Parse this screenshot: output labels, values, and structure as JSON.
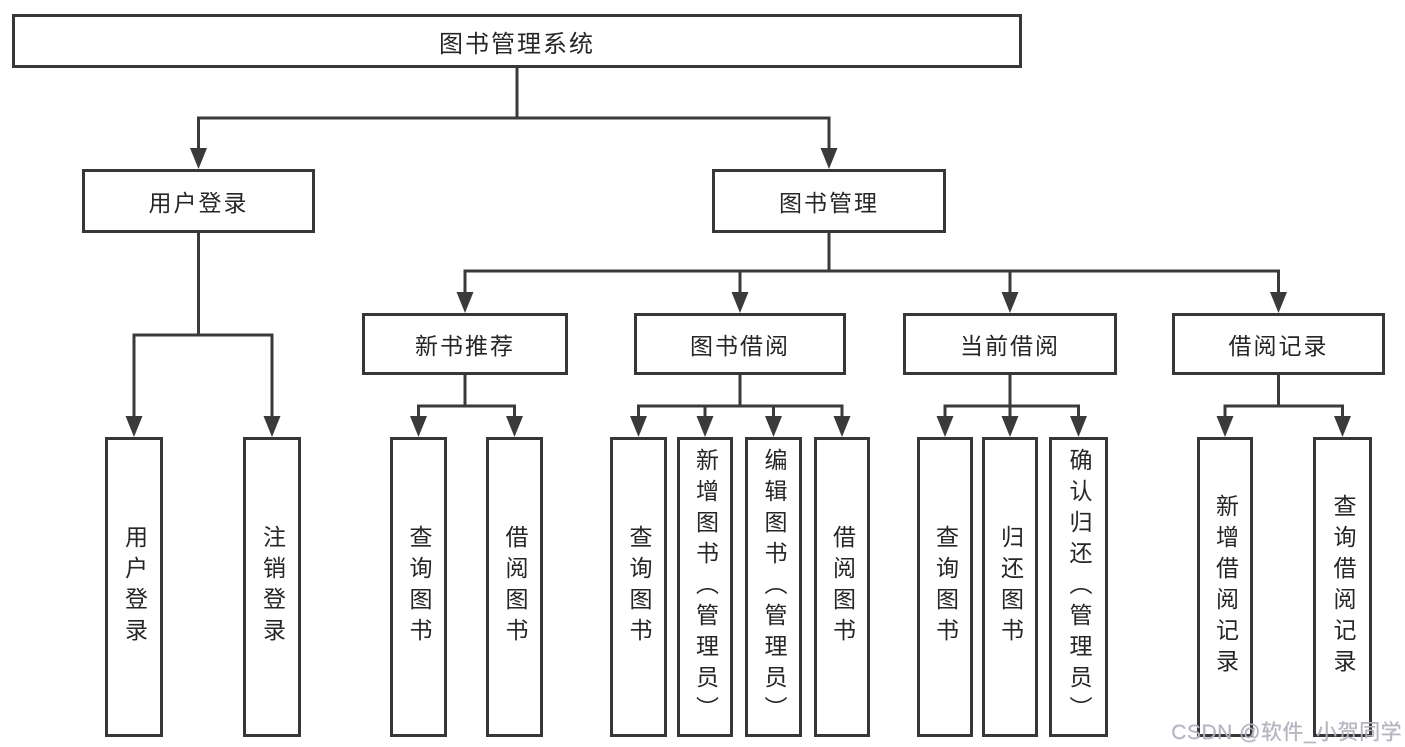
{
  "diagram": {
    "title": "图书管理系统",
    "root": {
      "id": "root",
      "label": "图书管理系统",
      "children": [
        {
          "id": "login",
          "label": "用户登录",
          "children": [
            {
              "id": "login-leaf-1",
              "label": "用户登录"
            },
            {
              "id": "login-leaf-2",
              "label": "注销登录"
            }
          ]
        },
        {
          "id": "mgmt",
          "label": "图书管理",
          "children": [
            {
              "id": "rec",
              "label": "新书推荐",
              "children": [
                {
                  "id": "rec-leaf-1",
                  "label": "查询图书"
                },
                {
                  "id": "rec-leaf-2",
                  "label": "借阅图书"
                }
              ]
            },
            {
              "id": "borrow",
              "label": "图书借阅",
              "children": [
                {
                  "id": "borrow-leaf-1",
                  "label": "查询图书"
                },
                {
                  "id": "borrow-leaf-2",
                  "label": "新增图书（管理员）"
                },
                {
                  "id": "borrow-leaf-3",
                  "label": "编辑图书（管理员）"
                },
                {
                  "id": "borrow-leaf-4",
                  "label": "借阅图书"
                }
              ]
            },
            {
              "id": "current",
              "label": "当前借阅",
              "children": [
                {
                  "id": "current-leaf-1",
                  "label": "查询图书"
                },
                {
                  "id": "current-leaf-2",
                  "label": "归还图书"
                },
                {
                  "id": "current-leaf-3",
                  "label": "确认归还（管理员）"
                }
              ]
            },
            {
              "id": "record",
              "label": "借阅记录",
              "children": [
                {
                  "id": "record-leaf-1",
                  "label": "新增借阅记录"
                },
                {
                  "id": "record-leaf-2",
                  "label": "查询借阅记录"
                }
              ]
            }
          ]
        }
      ]
    }
  },
  "watermark": {
    "text": "CSDN @软件_小贺同学"
  },
  "colors": {
    "line": "#3a3a3a",
    "box_border": "#373737",
    "box_fill": "#ffffff",
    "text": "#262626",
    "watermark": "#b5b4c0",
    "background": "#ffffff"
  }
}
